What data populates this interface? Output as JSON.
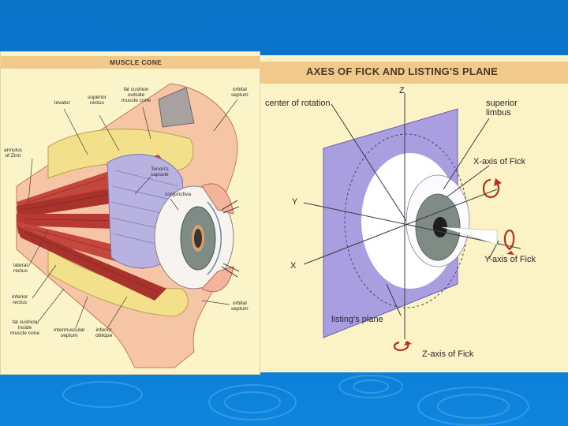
{
  "left_figure": {
    "title": "MUSCLE CONE",
    "labels": {
      "levator": "levator",
      "superior_rectus": "superior\nrectus",
      "fat_cushion_outside": "fat cushion\noutside\nmuscle cone",
      "orbital_septum_top": "orbital\nseptum",
      "annulus_of_zinn": "annulus\nof Zinn",
      "tenons_capsule": "Tenon's\ncapsule",
      "conjunctiva": "conjunctiva",
      "lateral_rectus": "lateral\nrectus",
      "inferior_rectus": "inferior\nrectus",
      "fat_cushion_inside": "fat cushion\ninside\nmuscle cone",
      "intermuscular_septum": "intermuscular\nseptum",
      "inferior_oblique": "inferior\noblique",
      "orbital_septum_bottom": "orbital\nseptum"
    }
  },
  "right_figure": {
    "title": "AXES OF FICK AND LISTING'S PLANE",
    "labels": {
      "z": "Z",
      "y": "Y",
      "x": "X",
      "center_of_rotation": "center of rotation",
      "superior_limbus": "superior\nlimbus",
      "x_axis_of_fick": "X-axis of Fick",
      "y_axis_of_fick": "Y-axis of Fick",
      "z_axis_of_fick": "Z-axis of Fick",
      "listings_plane": "listing's plane"
    }
  },
  "colors": {
    "slide_background": "#0874cf",
    "panel_background": "#fbf3c5",
    "title_bar": "#f0c98b",
    "listing_plane": "#a99ee0",
    "muscle": "#b8403a",
    "iris": "#7f8c86"
  }
}
